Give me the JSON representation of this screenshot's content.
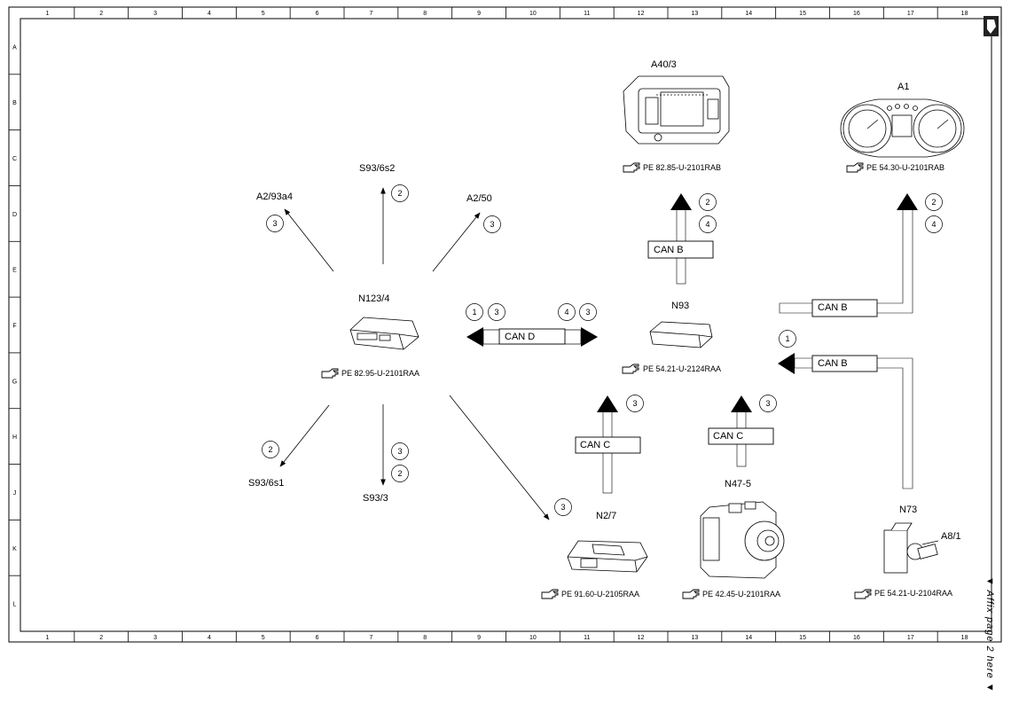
{
  "grid": {
    "columns": [
      "1",
      "2",
      "3",
      "4",
      "5",
      "6",
      "7",
      "8",
      "9",
      "10",
      "11",
      "12",
      "13",
      "14",
      "15",
      "16",
      "17",
      "18"
    ],
    "rows": [
      "A",
      "B",
      "C",
      "D",
      "E",
      "F",
      "G",
      "H",
      "J",
      "K",
      "L"
    ]
  },
  "central_unit": {
    "id": "N123/4",
    "ref": "PE 82.95-U-2101RAA"
  },
  "spokes": [
    {
      "id": "S93/6s2",
      "circles": [
        "2"
      ]
    },
    {
      "id": "A2/93a4",
      "circles": [
        "3"
      ]
    },
    {
      "id": "A2/50",
      "circles": [
        "3"
      ]
    },
    {
      "id": "S93/6s1",
      "circles": [
        "2"
      ]
    },
    {
      "id": "S93/3",
      "circles": [
        "3",
        "2"
      ]
    },
    {
      "id": "N2/7",
      "ref": "PE 91.60-U-2105RAA",
      "circles": [
        "3"
      ]
    }
  ],
  "can_d": {
    "label": "CAN D",
    "left_circles": [
      "1",
      "3"
    ],
    "right_circles": [
      "4",
      "3"
    ]
  },
  "gateway": {
    "id": "N93",
    "ref": "PE 54.21-U-2124RAA"
  },
  "modules": {
    "a40_3": {
      "id": "A40/3",
      "ref": "PE 82.85-U-2101RAB",
      "bus": "CAN B",
      "circles": [
        "2",
        "4"
      ]
    },
    "a1": {
      "id": "A1",
      "ref": "PE 54.30-U-2101RAB",
      "bus": "CAN B",
      "circles": [
        "2",
        "4"
      ]
    },
    "n2_7_bus": {
      "bus": "CAN C",
      "circles": [
        "3"
      ]
    },
    "n47_5": {
      "id": "N47-5",
      "ref": "PE 42.45-U-2101RAA",
      "bus": "CAN C",
      "circles": [
        "3"
      ]
    },
    "n73": {
      "id": "N73",
      "sub_id": "A8/1",
      "ref": "PE 54.21-U-2104RAA",
      "bus": "CAN B",
      "circles": [
        "1"
      ]
    }
  },
  "affix_note": "▼ Affix page 2 here ▼"
}
